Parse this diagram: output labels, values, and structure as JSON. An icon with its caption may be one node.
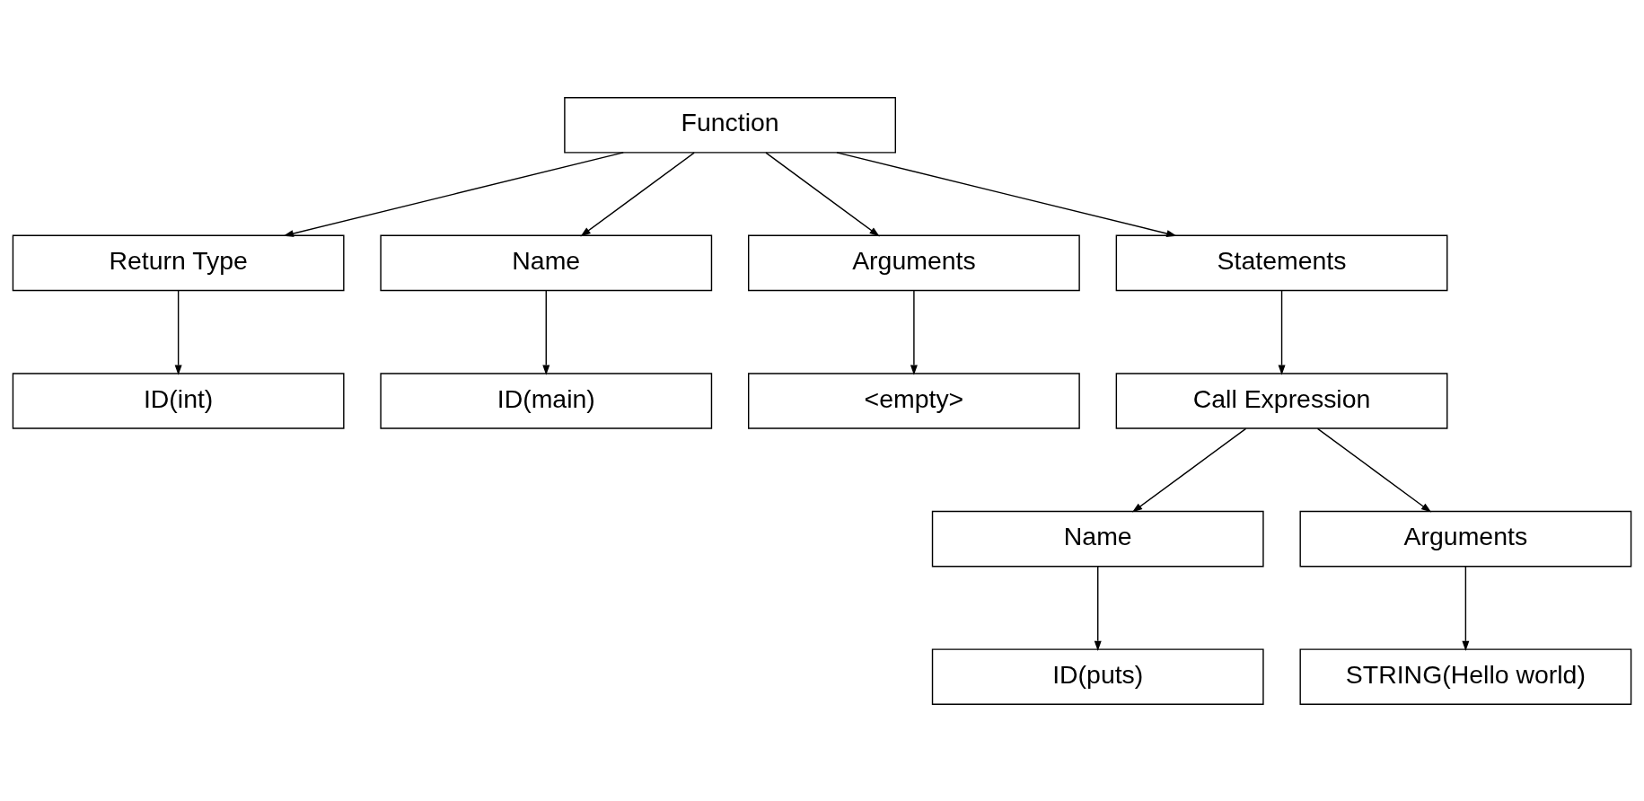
{
  "diagram": {
    "nodes": [
      {
        "text": [
          "Function"
        ]
      },
      {
        "text": [
          "Return Type"
        ]
      },
      {
        "text": [
          "Name"
        ]
      },
      {
        "text": [
          "Arguments"
        ]
      },
      {
        "text": [
          "Statements"
        ]
      },
      {
        "text": [
          "ID(int)"
        ]
      },
      {
        "text": [
          "ID(main)"
        ]
      },
      {
        "text": [
          "<empty>"
        ]
      },
      {
        "text": [
          "Call Expression"
        ]
      },
      {
        "text": [
          "Name"
        ]
      },
      {
        "text": [
          "Arguments"
        ]
      },
      {
        "text": [
          "ID(puts)"
        ]
      },
      {
        "text": [
          "STRING(Hello world)"
        ]
      }
    ],
    "edges": [
      {
        "from": 0,
        "to": 1,
        "arrow": "to"
      },
      {
        "from": 0,
        "to": 2,
        "arrow": "to"
      },
      {
        "from": 0,
        "to": 3,
        "arrow": "to"
      },
      {
        "from": 0,
        "to": 4,
        "arrow": "to"
      },
      {
        "from": 1,
        "to": 5,
        "arrow": "to"
      },
      {
        "from": 2,
        "to": 6,
        "arrow": "to"
      },
      {
        "from": 3,
        "to": 7,
        "arrow": "to"
      },
      {
        "from": 4,
        "to": 8,
        "arrow": "to"
      },
      {
        "from": 8,
        "to": 9,
        "arrow": "to"
      },
      {
        "from": 8,
        "to": 10,
        "arrow": "to"
      },
      {
        "from": 9,
        "to": 11,
        "arrow": "to"
      },
      {
        "from": 10,
        "to": 12,
        "arrow": "to"
      }
    ]
  }
}
